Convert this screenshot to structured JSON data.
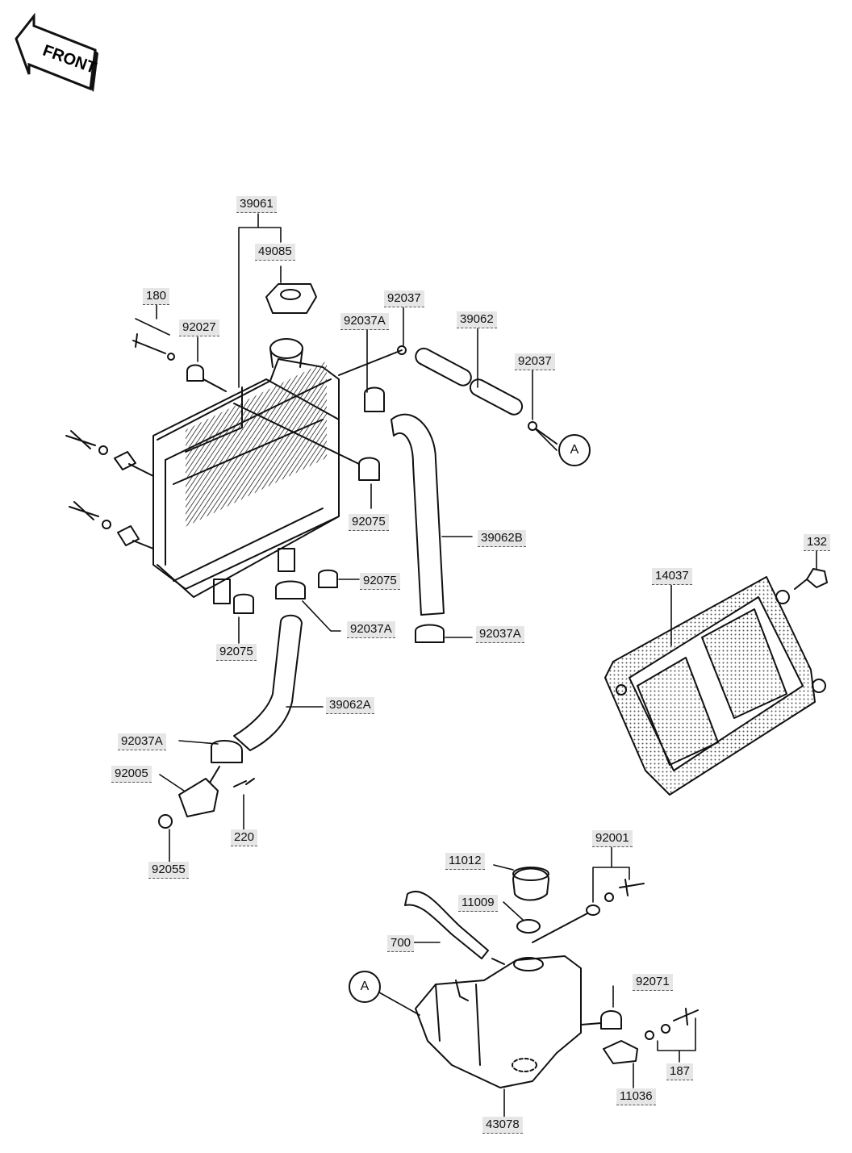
{
  "front_badge": {
    "text": "FRONT"
  },
  "callouts": {
    "a_upper": "A",
    "a_lower": "A"
  },
  "labels": {
    "p39061": "39061",
    "p49085": "49085",
    "p180": "180",
    "p92027": "92027",
    "p92037_top": "92037",
    "p92037A_top": "92037A",
    "p39062": "39062",
    "p92037_right": "92037",
    "p92075_mid": "92075",
    "p39062B": "39062B",
    "p92075_low": "92075",
    "p92037A_mid": "92037A",
    "p92037A_right": "92037A",
    "p92075_bottom": "92075",
    "p39062A": "39062A",
    "p92037A_low": "92037A",
    "p92005": "92005",
    "p220": "220",
    "p92055": "92055",
    "p132": "132",
    "p14037": "14037",
    "p11012": "11012",
    "p92001": "92001",
    "p11009": "11009",
    "p700": "700",
    "p92071": "92071",
    "p187": "187",
    "p11036": "11036",
    "p43078": "43078"
  }
}
